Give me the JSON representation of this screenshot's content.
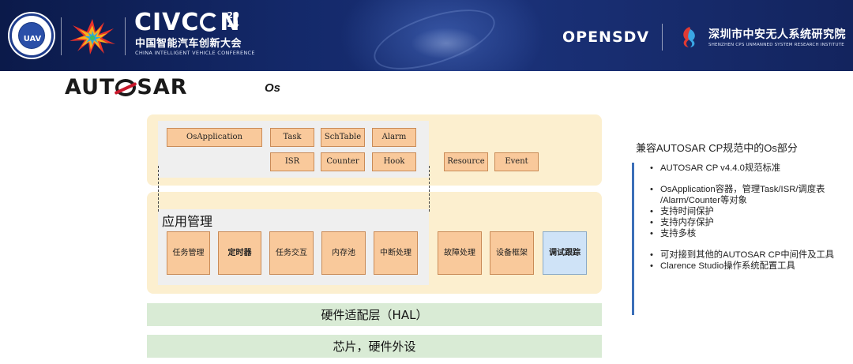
{
  "banner": {
    "seal_text": "UAV",
    "civcon_prefix": "CIVC",
    "civcon_suffix": "N",
    "civcon_year_top": "20",
    "civcon_year_bottom": "24",
    "civcon_cn": "中国智能汽车创新大会",
    "civcon_en": "CHINA INTELLIGENT VEHICLE CONFERENCE",
    "opensdv": "OPENSDV",
    "institute_cn": "深圳市中安无人系统研究院",
    "institute_en": "SHENZHEN CPS UNMANNED SYSTEM RESEARCH INSTITUTE"
  },
  "heading": {
    "autosar_a": "AUT",
    "autosar_b": "SAR",
    "os": "Os"
  },
  "diagram": {
    "top_boxes": {
      "osapplication": "OsApplication",
      "task": "Task",
      "schtable": "SchTable",
      "alarm": "Alarm",
      "isr": "ISR",
      "counter": "Counter",
      "hook": "Hook",
      "resource": "Resource",
      "event": "Event"
    },
    "app_mgmt_title": "应用管理",
    "modules": {
      "task_mgmt": "任务管理",
      "timer": "定时器",
      "task_interact": "任务交互",
      "mem_pool": "内存池",
      "interrupt": "中断处理",
      "fault": "故障处理",
      "device": "设备框架",
      "debug": "调试跟踪"
    },
    "hal_layer": "硬件适配层（HAL）",
    "chip_layer": "芯片，硬件外设"
  },
  "right_panel": {
    "title": "兼容AUTOSAR CP规范中的Os部分",
    "items": [
      "AUTOSAR CP v4.4.0规范标准",
      "OsApplication容器，管理Task/ISR/调度表",
      "/Alarm/Counter等对象",
      "支持时间保护",
      "支持内存保护",
      "支持多核",
      "可对接到其他的AUTOSAR CP中间件及工具",
      "Clarence Studio操作系统配置工具"
    ]
  },
  "colors": {
    "banner": "#14296a",
    "panel": "#fcefcf",
    "module_box": "#f9c99b",
    "debug_box": "#cfe3f7",
    "layer": "#d9ebd5",
    "accent_bar": "#3b6fb8",
    "autosar_red": "#c8182b"
  }
}
